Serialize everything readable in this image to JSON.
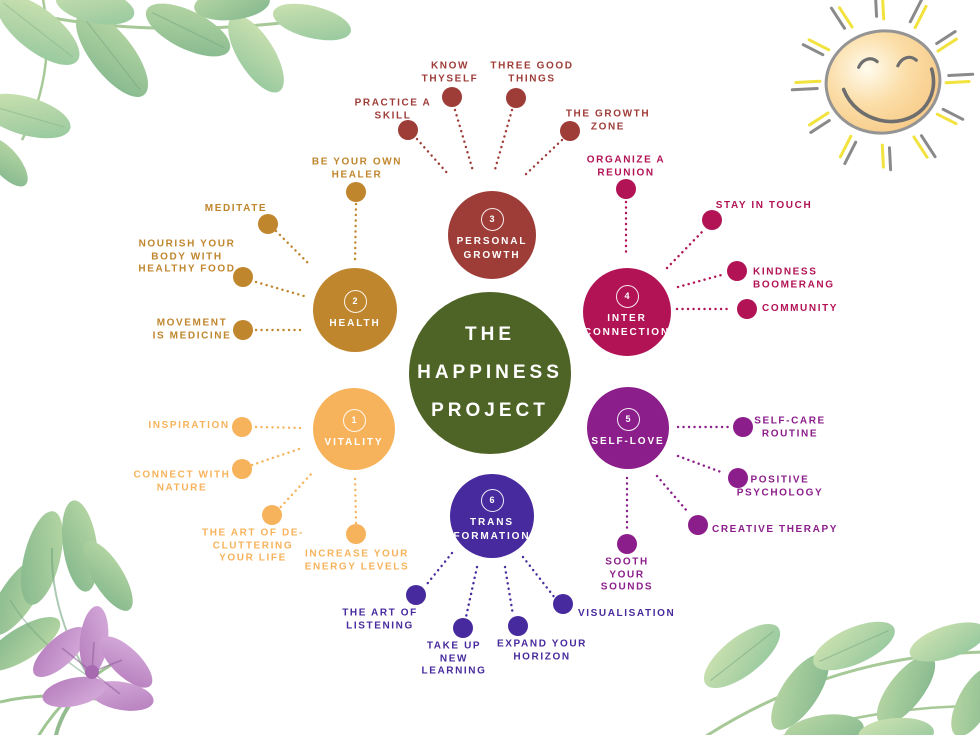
{
  "title": "THE\nHAPPINESS\nPROJECT",
  "center_color": "#4E6426",
  "branches": [
    {
      "number": "1",
      "name": "VITALITY",
      "color": "#F7B35C",
      "items": [
        {
          "text": "INSPIRATION"
        },
        {
          "text": "CONNECT WITH\nNATURE"
        },
        {
          "text": "THE ART OF DE-\nCLUTTERING\nYOUR LIFE"
        },
        {
          "text": "INCREASE YOUR\nENERGY LEVELS"
        }
      ]
    },
    {
      "number": "2",
      "name": "HEALTH",
      "color": "#C0862E",
      "items": [
        {
          "text": "BE YOUR OWN\nHEALER"
        },
        {
          "text": "MEDITATE"
        },
        {
          "text": "NOURISH YOUR\nBODY WITH\nHEALTHY FOOD"
        },
        {
          "text": "MOVEMENT\nIS MEDICINE"
        }
      ]
    },
    {
      "number": "3",
      "name": "PERSONAL\nGROWTH",
      "color": "#9E3C38",
      "items": [
        {
          "text": "PRACTICE A\nSKILL"
        },
        {
          "text": "KNOW\nTHYSELF"
        },
        {
          "text": "THREE GOOD\nTHINGS"
        },
        {
          "text": "THE GROWTH\nZONE"
        }
      ]
    },
    {
      "number": "4",
      "name": "INTER\nCONNECTION",
      "color": "#B11355",
      "items": [
        {
          "text": "ORGANIZE A\nREUNION"
        },
        {
          "text": "STAY IN TOUCH"
        },
        {
          "text": "KINDNESS\nBOOMERANG"
        },
        {
          "text": "COMMUNITY"
        }
      ]
    },
    {
      "number": "5",
      "name": "SELF-LOVE",
      "color": "#8B1E8B",
      "items": [
        {
          "text": "SELF-CARE\nROUTINE"
        },
        {
          "text": "POSITIVE\nPSYCHOLOGY"
        },
        {
          "text": "CREATIVE THERAPY"
        },
        {
          "text": "SOOTH\nYOUR\nSOUNDS"
        }
      ]
    },
    {
      "number": "6",
      "name": "TRANS\nFORMATION",
      "color": "#472A9D",
      "items": [
        {
          "text": "THE ART OF\nLISTENING"
        },
        {
          "text": "TAKE UP\nNEW\nLEARNING"
        },
        {
          "text": "EXPAND YOUR\nHORIZON"
        },
        {
          "text": "VISUALISATION"
        }
      ]
    }
  ],
  "decorations": {
    "top_right": "smiling-sun",
    "top_left": "watercolor-leaves",
    "bottom_left": "monstera-leaf-with-purple-flower",
    "bottom_right": "watercolor-leaf-branch",
    "sun_body_color": "#F8CD8C",
    "sun_ray_colors": [
      "#8A8A8A",
      "#F2E23D"
    ],
    "foliage_color": "#9BC79A",
    "flower_color": "#C08BC6"
  }
}
